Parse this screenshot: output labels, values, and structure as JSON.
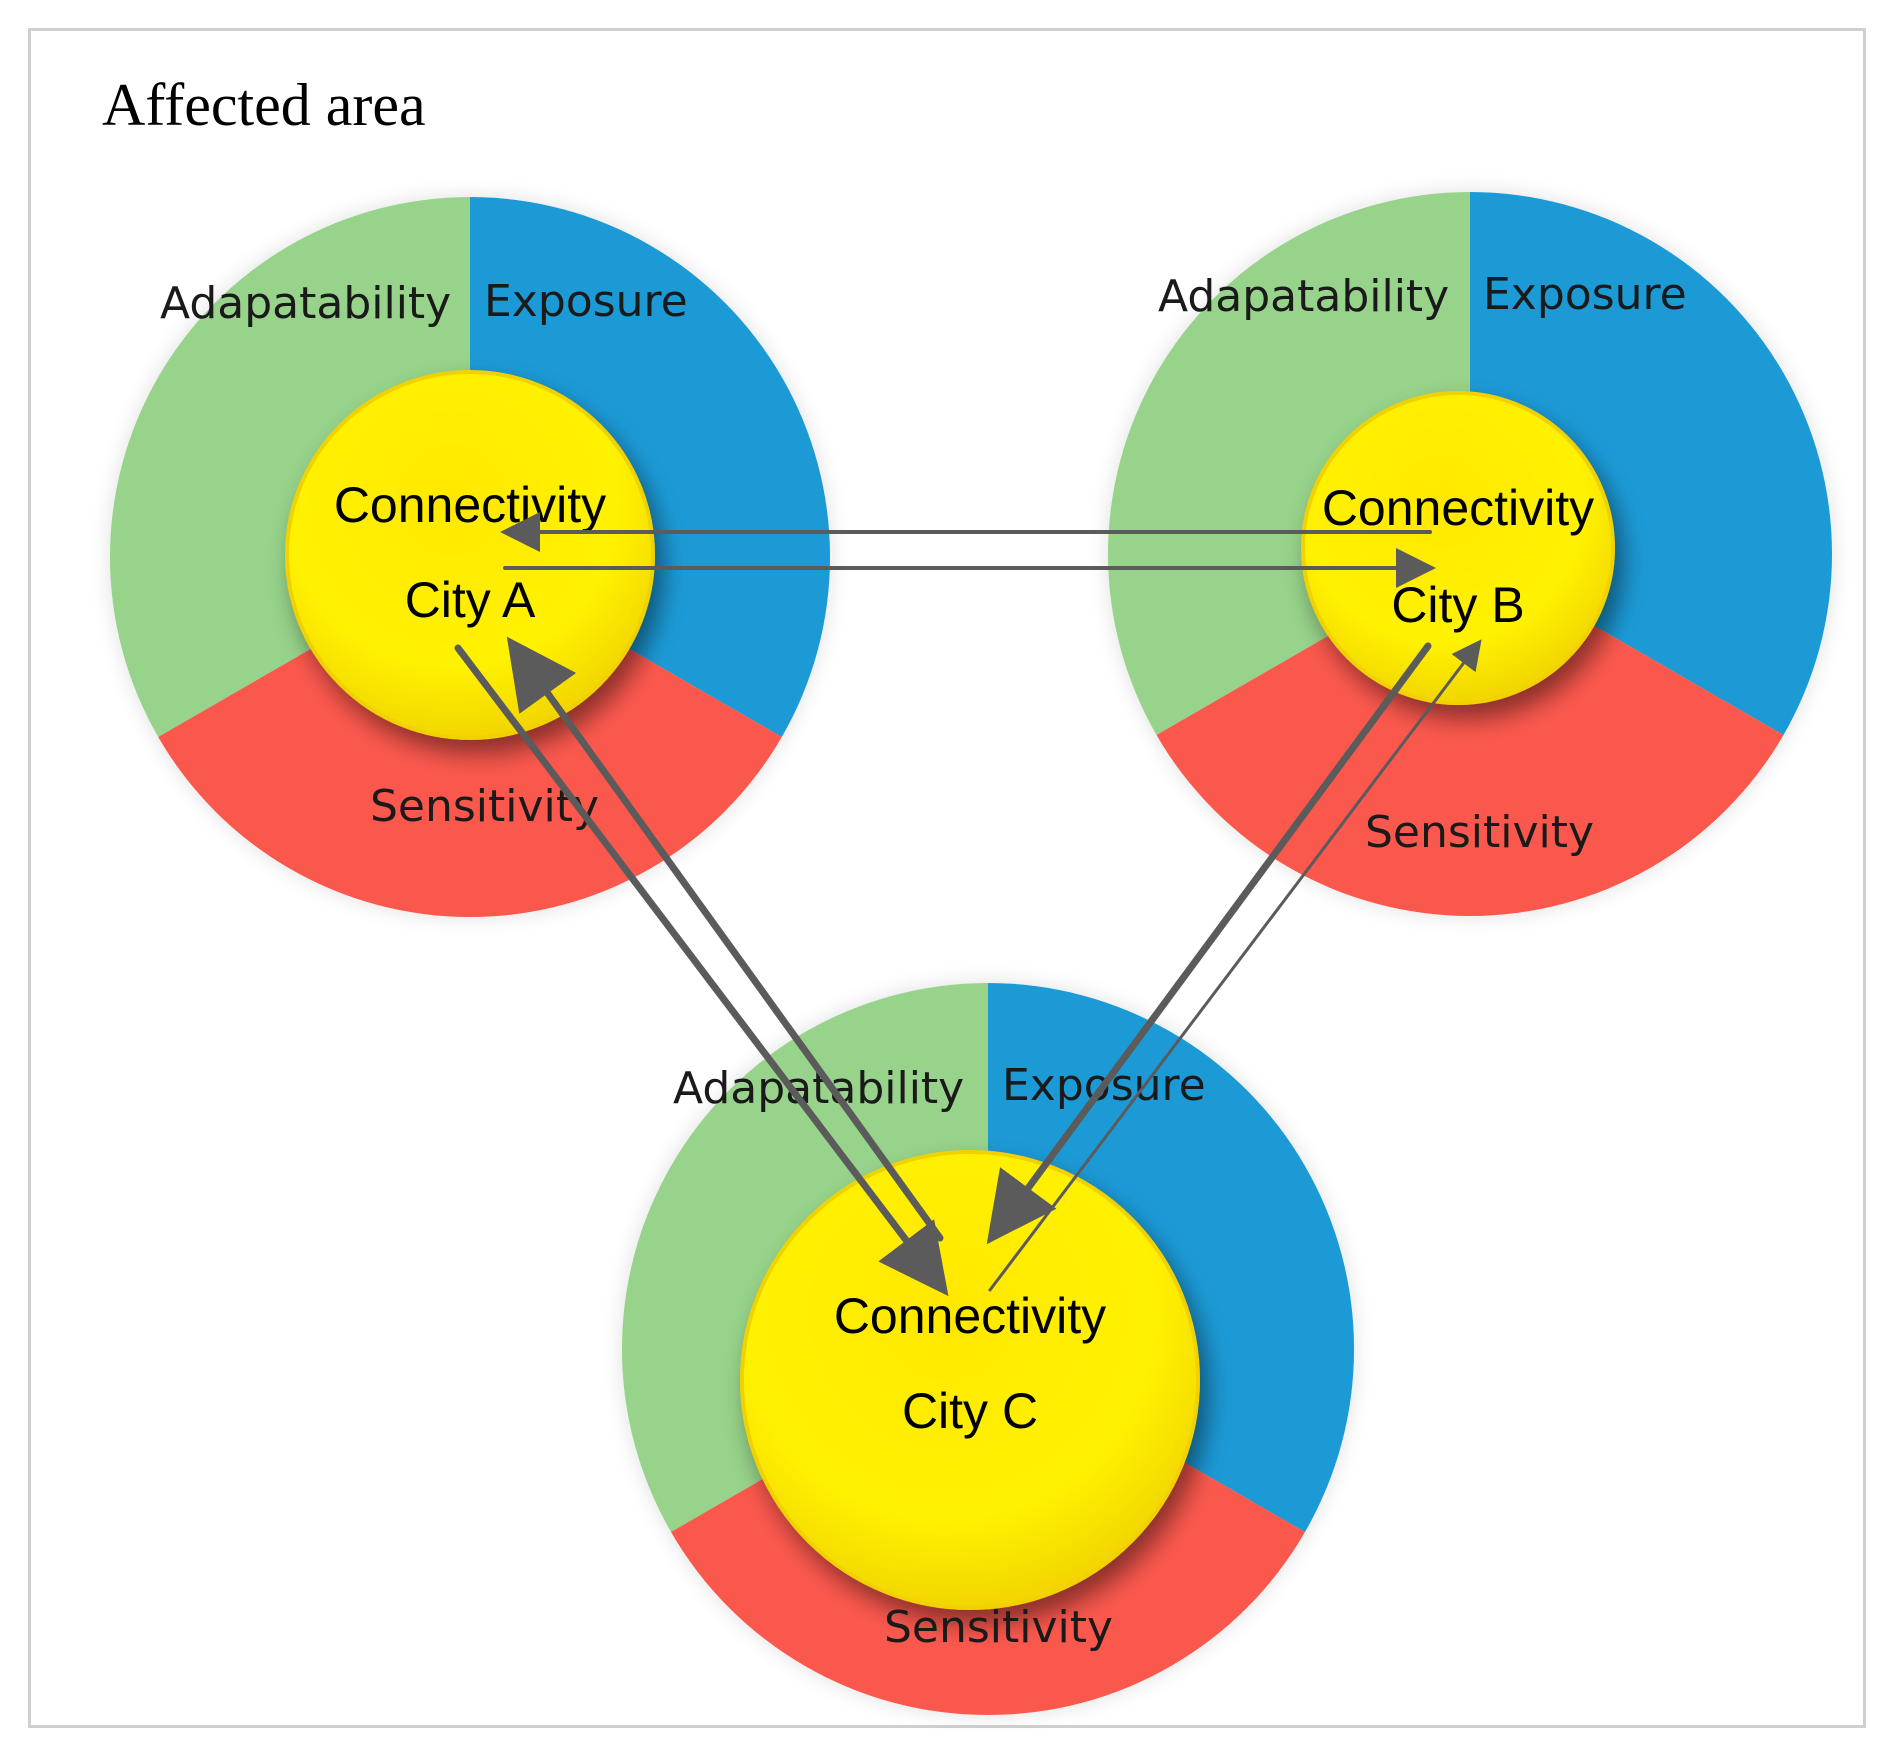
{
  "title": "Affected area",
  "colors": {
    "adaptability": "#97d38a",
    "exposure": "#1b9ad6",
    "sensitivity": "#fb584d",
    "core": "#fff200",
    "arrow": "#5b5b5b"
  },
  "segment_labels": {
    "adaptability": "Adapatability",
    "exposure": "Exposure",
    "sensitivity": "Sensitivity"
  },
  "cities": [
    {
      "id": "A",
      "core_label": "Connectivity",
      "city_label": "City A"
    },
    {
      "id": "B",
      "core_label": "Connectivity",
      "city_label": "City B"
    },
    {
      "id": "C",
      "core_label": "Connectivity",
      "city_label": "City C"
    }
  ],
  "links": [
    {
      "from": "B",
      "to": "A",
      "icon": "arrow-icon"
    },
    {
      "from": "A",
      "to": "B",
      "icon": "arrow-icon"
    },
    {
      "from": "A",
      "to": "C",
      "icon": "arrow-icon"
    },
    {
      "from": "C",
      "to": "A",
      "icon": "arrow-icon"
    },
    {
      "from": "B",
      "to": "C",
      "icon": "arrow-icon"
    },
    {
      "from": "C",
      "to": "B",
      "icon": "arrow-icon"
    }
  ]
}
